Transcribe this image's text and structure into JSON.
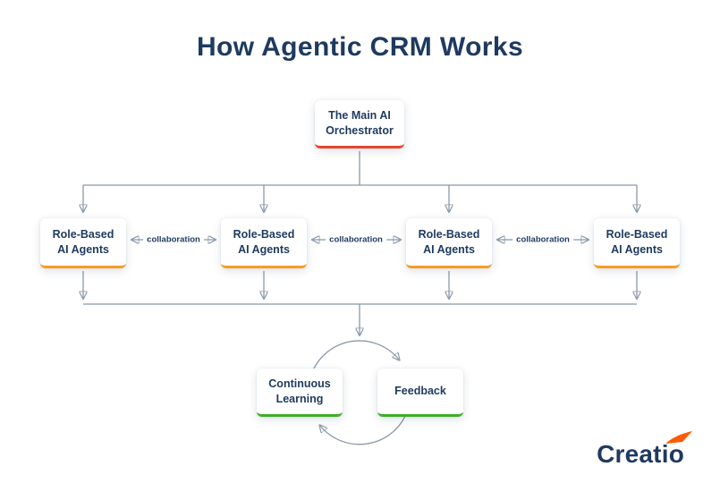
{
  "title": "How Agentic CRM Works",
  "colors": {
    "navy": "#1e3a5f",
    "red": "#e8432d",
    "orange": "#f59d27",
    "green": "#3fae2a",
    "line": "#8b98a8",
    "logoAccent": "#ff5a00"
  },
  "diagram": {
    "orchestrator": {
      "label": "The Main AI\nOrchestrator"
    },
    "agents": [
      {
        "label": "Role-Based\nAI Agents"
      },
      {
        "label": "Role-Based\nAI Agents"
      },
      {
        "label": "Role-Based\nAI Agents"
      },
      {
        "label": "Role-Based\nAI Agents"
      }
    ],
    "collaboration_labels": [
      "collaboration",
      "collaboration",
      "collaboration"
    ],
    "cycle": [
      {
        "label": "Continuous\nLearning"
      },
      {
        "label": "Feedback"
      }
    ]
  },
  "logo": {
    "text": "Creatio"
  }
}
